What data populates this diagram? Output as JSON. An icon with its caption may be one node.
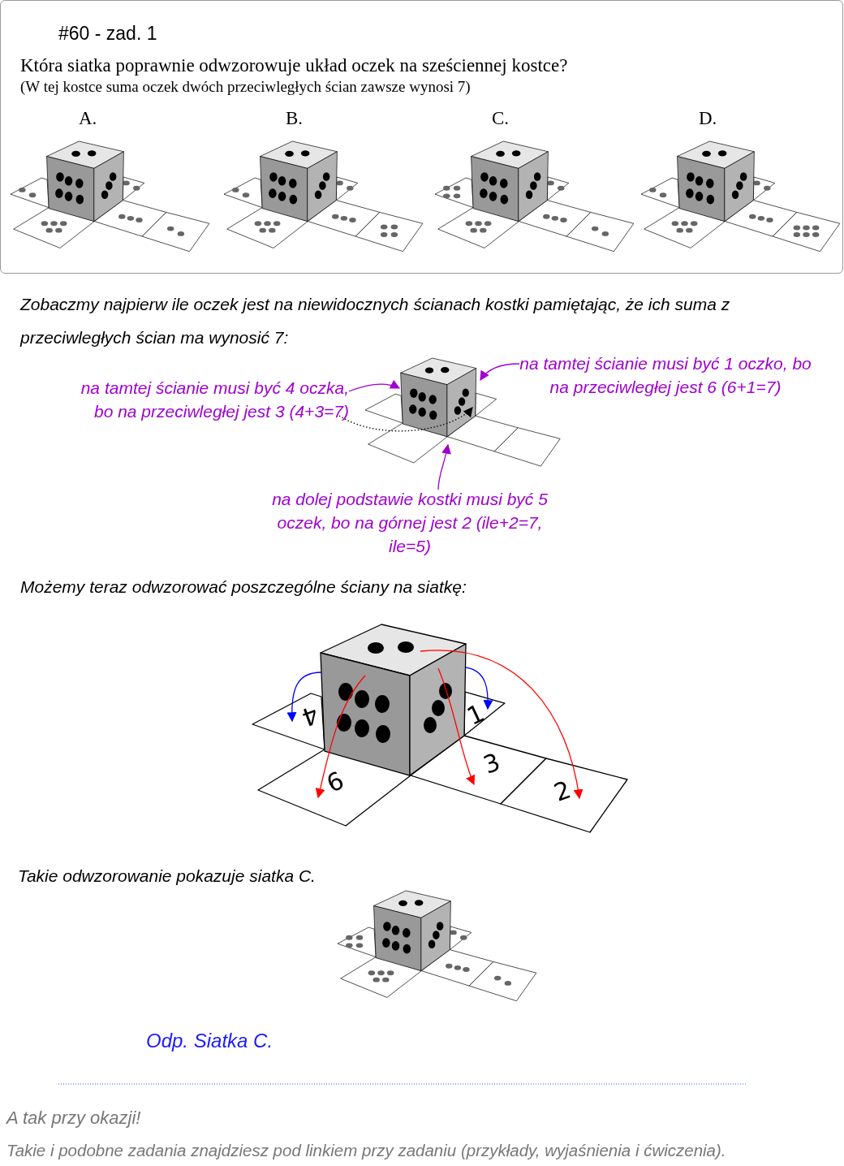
{
  "diagram": {
    "title": "#60 - zad. 1",
    "nodes": [
      {
        "text": [
          "na tamtej ścianie musi być 4 oczka, bo na przeciwległej jest 3 (4+3=7)"
        ]
      },
      {
        "text": [
          "na tamtej ścianie musi być 1 oczko, bo na przeciwległej jest 6 (6+1=7)"
        ]
      },
      {
        "text": [],
        "shape": "picture"
      },
      {
        "text": [
          "na dolej podstawie kostki musi być 5 oczek, bo na górnej jest 2 (ile+2=7, ile=5)"
        ]
      },
      {
        "text": [],
        "shape": "box"
      },
      {
        "text": [],
        "shape": "box"
      },
      {
        "text": [],
        "shape": "box"
      },
      {
        "text": [
          "4"
        ]
      },
      {
        "text": [
          "1"
        ]
      },
      {
        "text": [
          "6"
        ]
      },
      {
        "text": [
          "3"
        ]
      },
      {
        "text": [
          "2"
        ]
      }
    ],
    "edges": [
      {
        "from": 0,
        "to": 2,
        "arrow": "to",
        "color": "#a000d0"
      },
      {
        "from": 0,
        "to": 2,
        "arrow": "to",
        "style": "dashed",
        "color": "#000000"
      },
      {
        "from": 1,
        "to": 2,
        "arrow": "to",
        "color": "#a000d0"
      },
      {
        "from": 3,
        "to": 2,
        "arrow": "to",
        "color": "#a000d0"
      },
      {
        "from": 4,
        "to": 11,
        "arrow": "to",
        "color": "#ff0000"
      },
      {
        "from": 6,
        "to": 10,
        "arrow": "to",
        "color": "#ff0000"
      },
      {
        "from": 5,
        "to": 9,
        "arrow": "to",
        "color": "#ff0000"
      },
      {
        "from": 5,
        "to": 7,
        "arrow": "to",
        "color": "#0000ff"
      },
      {
        "from": 6,
        "to": 8,
        "arrow": "to",
        "color": "#0000ff"
      }
    ],
    "labels": [
      "Która siatka poprawnie odwzorowuje układ oczek na sześciennej kostce?",
      "(W tej kostce suma oczek dwóch przeciwległych ścian zawsze wynosi 7)",
      "A.",
      "B.",
      "C.",
      "D.",
      "Zobaczmy najpierw ile oczek jest na niewidocznych ścianach kostki pamiętając, że ich suma z przeciwległych ścian ma wynosić 7:",
      "Możemy teraz odwzorować poszczególne ściany na siatkę:",
      "Takie odwzorowanie pokazuje siatka C.",
      "Odp. Siatka C.",
      "A tak przy okazji!",
      "Takie i podobne zadania znajdziesz pod linkiem przy zadaniu (przykłady, wyjaśnienia i ćwiczenia)."
    ]
  }
}
